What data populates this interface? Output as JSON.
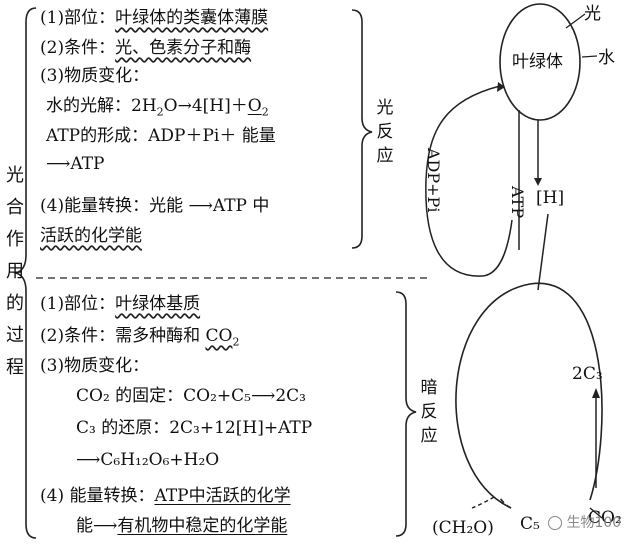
{
  "side_title": [
    "光",
    "合",
    "作",
    "用",
    "的",
    "过",
    "程"
  ],
  "light": {
    "label": [
      "光",
      "反",
      "应"
    ],
    "l1_prefix": "(1)部位：",
    "l1_term": "叶绿体的类囊体薄膜",
    "l2_prefix": "(2)条件：",
    "l2_term": "光、色素分子和酶",
    "l3": "(3)物质变化：",
    "l4a": "水的光解：2H",
    "l4b": "O",
    "l4c": "→4[H]＋",
    "l4d": "O",
    "l4_sub2": "2",
    "l5": "ATP的形成：ADP＋Pi＋ 能量",
    "l6": "⟶ATP",
    "l7": "(4)能量转换：光能 ⟶ATP 中",
    "l8": "活跃的化学能"
  },
  "dark": {
    "label": [
      "暗",
      "反",
      "应"
    ],
    "d1_prefix": "(1)部位：",
    "d1_term": "叶绿体基质",
    "d2_prefix": "(2)条件：需多种酶和 ",
    "d2_term": "CO",
    "d2_sub": "2",
    "d3": "(3)物质变化：",
    "d4": "CO₂ 的固定：CO₂+C₅⟶2C₃",
    "d5": "C₃ 的还原：2C₃+12[H]+ATP",
    "d6": "⟶C₆H₁₂O₆+H₂O",
    "d7_prefix": "(4) 能量转换：",
    "d7_term": "ATP中活跃的化学",
    "d8_a": "能⟶",
    "d8_b": "有机物中稳定的化学能"
  },
  "diagram": {
    "guang": "光",
    "shui": "水",
    "chloroplast": "叶绿体",
    "adp_pi": "ADP+Pi",
    "atp": "ATP",
    "h": "[H]",
    "c3": "2C₃",
    "ch2o": "(CH₂O)",
    "c5": "C₅",
    "co2": "CO₂"
  },
  "watermark": "生物100"
}
